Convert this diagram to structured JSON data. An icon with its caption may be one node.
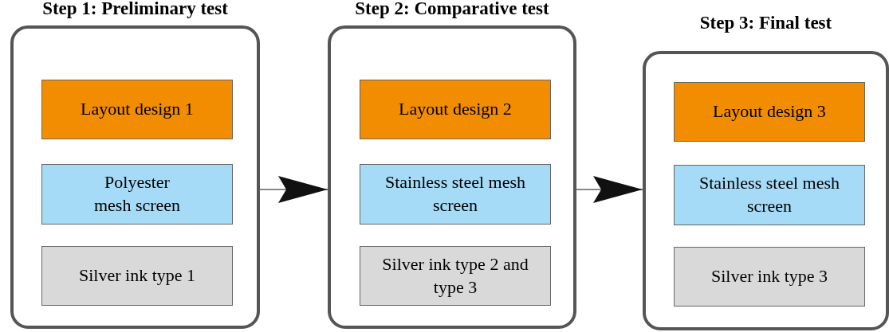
{
  "diagram": {
    "nodes": [
      {
        "text": [
          "Step 1: Preliminary test"
        ]
      },
      {
        "text": [
          "Layout design 1"
        ],
        "in": 0
      },
      {
        "text": [
          "Polyester mesh screen"
        ],
        "in": 0
      },
      {
        "text": [
          "Silver ink type 1"
        ],
        "in": 0
      },
      {
        "text": [
          "Step 2: Comparative test"
        ]
      },
      {
        "text": [
          "Layout design 2"
        ],
        "in": 4
      },
      {
        "text": [
          "Stainless steel mesh screen"
        ],
        "in": 4
      },
      {
        "text": [
          "Silver ink type 2 and type 3"
        ],
        "in": 4
      },
      {
        "text": [
          "Step 3: Final test"
        ]
      },
      {
        "text": [
          "Layout design 3"
        ],
        "in": 8
      },
      {
        "text": [
          "Stainless steel mesh screen"
        ],
        "in": 8
      },
      {
        "text": [
          "Silver ink type 3"
        ],
        "in": 8
      }
    ],
    "edges": [
      {
        "from": 0,
        "to": 4,
        "arrow": "to"
      },
      {
        "from": 4,
        "to": 8,
        "arrow": "to"
      }
    ]
  }
}
